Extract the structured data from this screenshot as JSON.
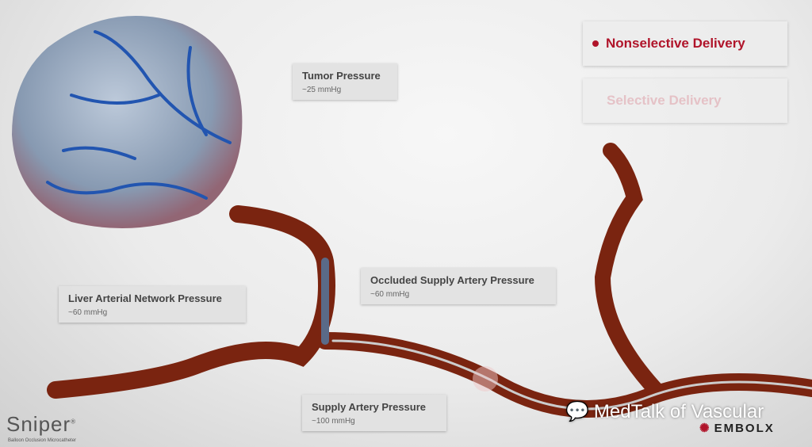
{
  "menu": {
    "items": [
      {
        "label": "Nonselective Delivery",
        "active": true
      },
      {
        "label": "Selective Delivery",
        "active": false
      }
    ]
  },
  "labels": {
    "tumor": {
      "title": "Tumor Pressure",
      "value": "~25 mmHg"
    },
    "liver": {
      "title": "Liver Arterial Network Pressure",
      "value": "~60 mmHg"
    },
    "occluded": {
      "title": "Occluded Supply Artery Pressure",
      "value": "~60 mmHg"
    },
    "supply": {
      "title": "Supply Artery Pressure",
      "value": "~100 mmHg"
    }
  },
  "brand": {
    "name": "Sniper",
    "reg": "®",
    "subtitle": "Balloon Occlusion Microcatheter"
  },
  "watermark": {
    "text": "MedTalk of Vascular",
    "icon": "wechat-icon"
  },
  "logo": {
    "text": "EMBOLX"
  },
  "colors": {
    "accent": "#b0142a",
    "vessel": "#8a2a12",
    "tumor": "#8fa3bd"
  }
}
